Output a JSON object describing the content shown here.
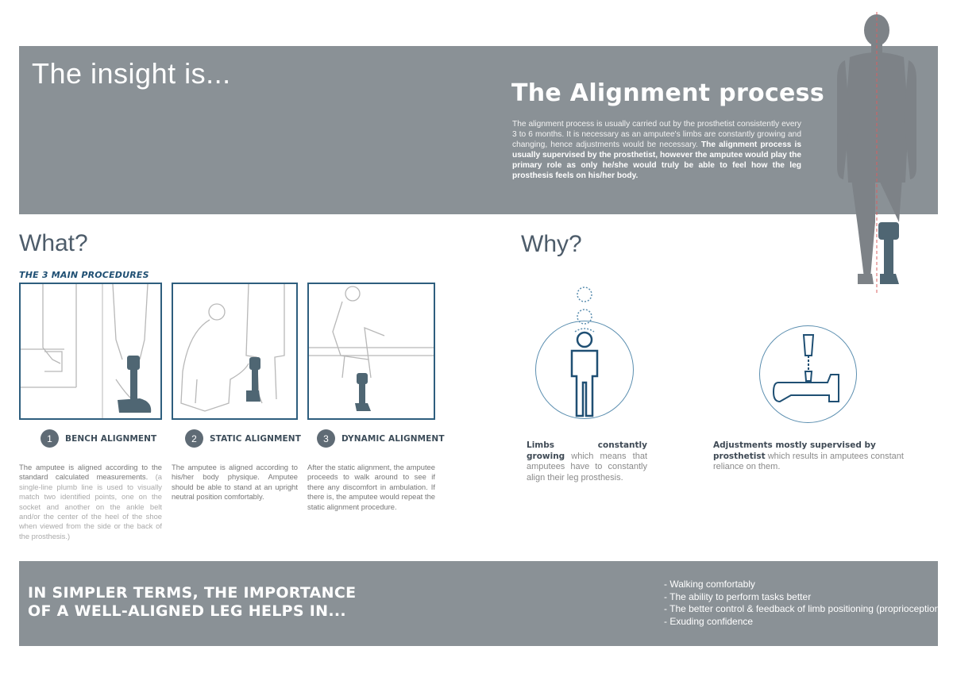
{
  "header": {
    "insight_title": "The insight is...",
    "alignment_title": "The Alignment process",
    "alignment_body_plain": "The alignment process is usually carried out by the prosthetist consistently every 3 to 6 months. It is necessary as an amputee's limbs are constantly growing and changing, hence adjustments would be necessary. ",
    "alignment_body_bold": "The alignment process is usually supervised by the prosthetist, however the amputee would play the primary role as only he/she would truly be able to feel how the leg prosthesis feels on his/her body."
  },
  "what": {
    "heading": "What?",
    "subheading": "THE 3 MAIN PROCEDURES",
    "procedures": [
      {
        "number": "1",
        "name": "BENCH ALIGNMENT",
        "desc": "The amputee is aligned according to the standard calculated measurements. ",
        "desc_faint": "(a single-line plumb line is used to visually match two identified points, one on the socket and another on the ankle belt and/or the center of the heel of the shoe when viewed from the side or the back of the prosthesis.)"
      },
      {
        "number": "2",
        "name": "STATIC ALIGNMENT",
        "desc": "The amputee is aligned according to his/her body physique. Amputee should be able to stand at an upright neutral position comfortably.",
        "desc_faint": ""
      },
      {
        "number": "3",
        "name": "DYNAMIC ALIGNMENT",
        "desc": "After the static alignment, the amputee proceeds to walk around to see if there any discomfort in ambulation. If there is, the amputee would repeat the static alignment procedure.",
        "desc_faint": ""
      }
    ]
  },
  "why": {
    "heading": "Why?",
    "items": [
      {
        "strong": "Limbs constantly growing",
        "text": " which means that amputees have to constantly align their leg prosthesis."
      },
      {
        "strong": "Adjustments mostly supervised by prosthetist",
        "text": " which results in amputees constant reliance on them."
      }
    ]
  },
  "summary": {
    "heading": "IN SIMPLER TERMS, THE IMPORTANCE OF A WELL-ALIGNED LEG HELPS IN...",
    "benefits": [
      "- Walking comfortably",
      "- The ability to perform tasks better",
      "- The better control & feedback of limb positioning (proprioception)",
      "- Exuding confidence"
    ]
  },
  "colors": {
    "band_grey": "#8a9196",
    "accent_blue": "#2e5e7e",
    "prosthesis_slate": "#4f6673",
    "silhouette_grey": "#7d8287"
  },
  "icons": [
    "standing-person-silhouette-icon",
    "bench-alignment-illustration",
    "static-alignment-illustration",
    "dynamic-alignment-illustration",
    "person-growing-icon",
    "prosthetic-leg-plumb-icon"
  ]
}
